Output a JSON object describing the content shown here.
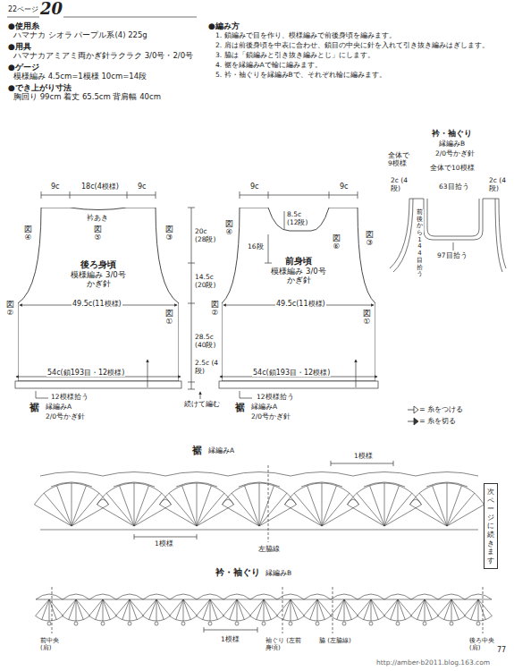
{
  "diagram": {
    "nodes": [
      {
        "text": [
          "後ろ身頃",
          "模様編み 3/0号かぎ針"
        ]
      },
      {
        "text": [
          "前身頃",
          "模様編み 3/0号かぎ針"
        ]
      },
      {
        "text": [
          "次ページに続きます"
        ]
      }
    ],
    "labels": [
      "22ページ",
      "20",
      "●使用糸",
      "ハマナカ シオラ パープル系(4) 225g",
      "●用具",
      "ハマナカアミアミ両かぎ針ラクラク 3/0号・2/0号",
      "●ゲージ",
      "模様編み 4.5cm=1模様 10cm=14段",
      "●でき上がり寸法",
      "胸回り 99cm 着丈 65.5cm 背肩幅 40cm",
      "●編み方",
      "1. 鎖編みで目を作り、模様編みで前後身頃を編みます。",
      "2. 肩は前後身頃を中表に合わせ、鎖目の中央に針を入れて引き抜き編みはぎします。",
      "3. 脇は「鎖編みと引き抜き編みとじ」にします。",
      "4. 裾を縁編みAで輪に編みます。",
      "5. 衿・袖ぐりを縁編みBで、それぞれ輪に編みます。",
      "9c",
      "18c(4模様)",
      "9c",
      "衿あき",
      "図⑤",
      "図④",
      "図③",
      "図②",
      "49.5c(11模様)",
      "図①",
      "54c(鎖193目・12模様)",
      "12模様拾う",
      "裾",
      "縁編みA",
      "2/0号かぎ針",
      "20c (28段)",
      "14.5c (20段)",
      "28.5c (40段)",
      "2.5c (4段)",
      "続けて編む",
      "9c",
      "9c",
      "8.5c (12段)",
      "16段",
      "図④",
      "図⑥",
      "図③",
      "図②",
      "49.5c(11模様)",
      "図①",
      "54c(鎖193目・12模様)",
      "12模様拾う",
      "裾",
      "縁編みA",
      "2/0号かぎ針",
      "衿・袖ぐり",
      "縁編みB",
      "2/0号かぎ針",
      "全体で 9模様",
      "2c (4段)",
      "全体で10模様",
      "63目拾う",
      "2c (4段)",
      "前後から 144 目拾う",
      "97目拾う",
      "裾",
      "縁編みA",
      "1模様",
      "1模様",
      "左脇線",
      "衿・袖ぐり",
      "縁編みB",
      "前中央 (肩)",
      "1模様",
      "袖ぐり (左前身頃)",
      "脇 (左脇線)",
      "後ろ中央 (肩)",
      "77",
      "http://amber-b2011.blog.163.com"
    ],
    "legend": [
      {
        "text": "= 糸をつける"
      },
      {
        "text": "= 糸を切る"
      }
    ]
  }
}
